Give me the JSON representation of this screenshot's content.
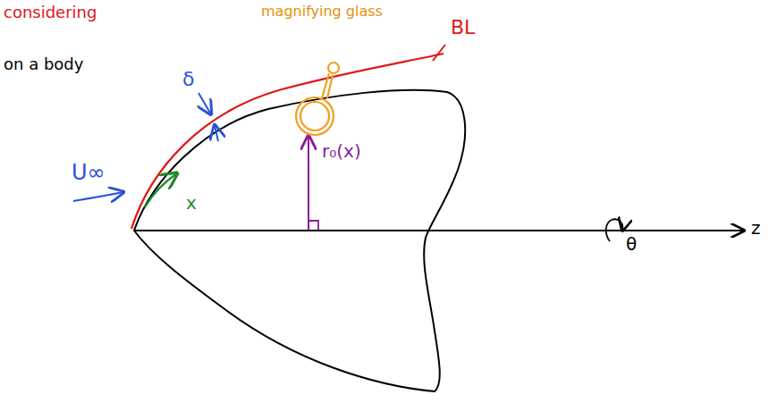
{
  "diagram": {
    "labels": [
      "considering",
      "on a body",
      "magnifying glass",
      "BL",
      "δ",
      "U∞",
      "x",
      "r₀(x)",
      "z",
      "θ"
    ]
  }
}
